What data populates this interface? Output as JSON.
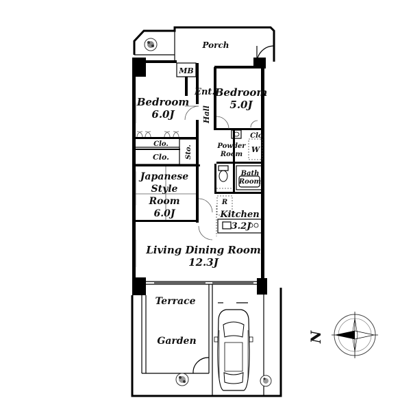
{
  "rooms": {
    "porch": "Porch",
    "mb": "MB",
    "entrance": "Ent.",
    "hall": "Hall",
    "bedroom1_name": "Bedroom",
    "bedroom1_size": "6.0J",
    "bedroom2_name": "Bedroom",
    "bedroom2_size": "5.0J",
    "closet1": "Clo.",
    "closet2": "Clo.",
    "closet3": "Clo.",
    "storage": "Sto.",
    "powder_line1": "Powder",
    "powder_line2": "Room",
    "washer": "W",
    "bath_line1": "Bath",
    "bath_line2": "Room",
    "japanese_line1": "Japanese",
    "japanese_line2": "Style",
    "japanese_line3": "Room",
    "japanese_size": "6.0J",
    "fridge": "R",
    "kitchen_name": "Kitchen",
    "kitchen_size": "3.2J",
    "ldk_name": "Living Dining Room",
    "ldk_size": "12.3J",
    "terrace": "Terrace",
    "garden": "Garden"
  },
  "compass": {
    "north_label": "N"
  }
}
